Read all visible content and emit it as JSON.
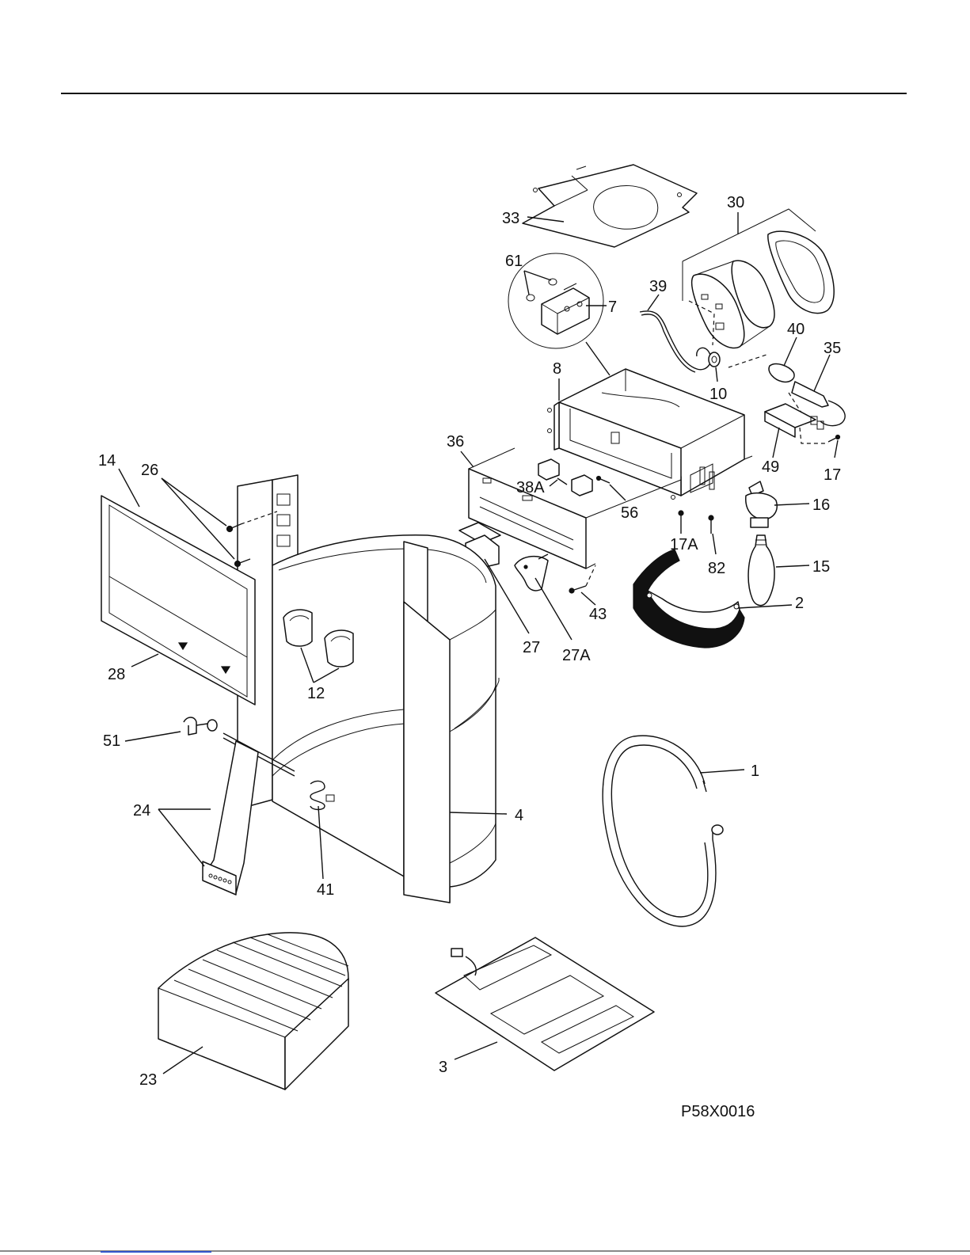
{
  "drawing_code": "P58X0016",
  "callouts": {
    "c1": "1",
    "c2": "2",
    "c3": "3",
    "c4": "4",
    "c7": "7",
    "c8": "8",
    "c10": "10",
    "c12": "12",
    "c14": "14",
    "c15": "15",
    "c16": "16",
    "c17": "17",
    "c17A": "17A",
    "c23": "23",
    "c24": "24",
    "c26": "26",
    "c27": "27",
    "c27A": "27A",
    "c28": "28",
    "c30": "30",
    "c33": "33",
    "c35": "35",
    "c36": "36",
    "c38A": "38A",
    "c39": "39",
    "c40": "40",
    "c41": "41",
    "c43": "43",
    "c49": "49",
    "c51": "51",
    "c56": "56",
    "c61": "61",
    "c82": "82"
  }
}
